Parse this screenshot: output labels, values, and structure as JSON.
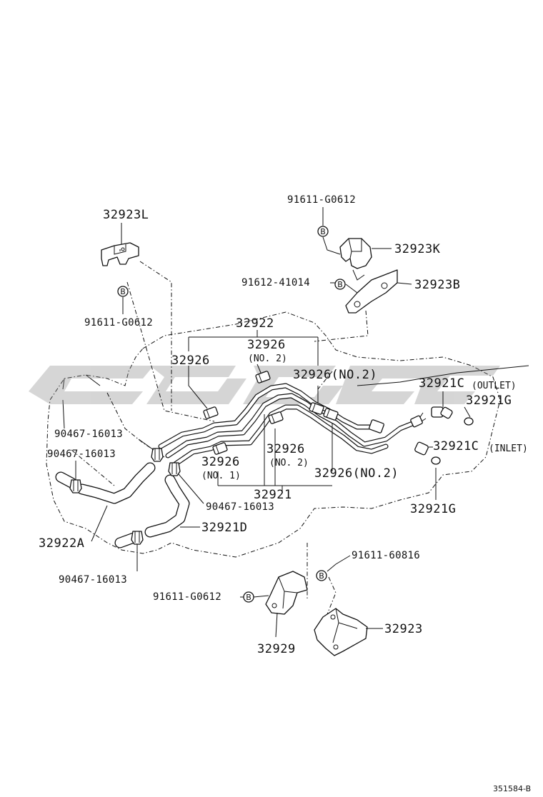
{
  "diagram": {
    "code": "351584-B",
    "labels": {
      "p32923L": "32923L",
      "b91611G0612_top": "91611-G0612",
      "b91611G0612_left": "91611-G0612",
      "p32923K": "32923K",
      "b91612_41014": "91612-41014",
      "p32923B": "32923B",
      "p32922": "32922",
      "p32926_a": "32926",
      "p32926_b": "32926",
      "p32926_b_sub": "(NO. 2)",
      "p32926_c": "32926(NO.2)",
      "p32921C_outlet": "32921C",
      "p32921C_outlet_sub": "(OUTLET)",
      "p32921G_a": "32921G",
      "p32921C_inlet": "32921C",
      "p32921C_inlet_sub": "(INLET)",
      "p32926_d": "32926",
      "p32926_d_sub": "(NO. 1)",
      "p32926_e": "32926",
      "p32926_e_sub": "(NO. 2)",
      "p32926_f": "32926(NO.2)",
      "p32921": "32921",
      "p32921G_b": "32921G",
      "c90467_a": "90467-16013",
      "c90467_b": "90467-16013",
      "c90467_c": "90467-16013",
      "c90467_d": "90467-16013",
      "p32921D": "32921D",
      "p32922A": "32922A",
      "b91611_60816": "91611-60816",
      "b91611G0612_bottom": "91611-G0612",
      "p32923": "32923",
      "p32929": "32929"
    },
    "bolt_marker": "B"
  }
}
